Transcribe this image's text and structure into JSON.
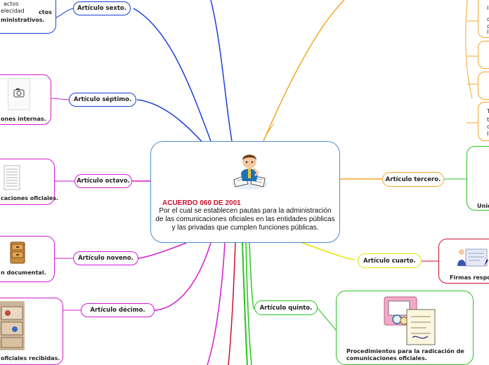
{
  "central": {
    "title": "ACUERDO 060 DE 2001",
    "description": "Por el cual se establecen pautas para la administración de las comunicaciones oficiales en las entidades públicas y las privadas que cumplen funciones públicas."
  },
  "left": [
    {
      "label": "Artículo sexto.",
      "caption": "ministrativos.",
      "extra": [
        "actos",
        "elecidad",
        "ctos"
      ]
    },
    {
      "label": "Artículo séptimo.",
      "caption": "ones internas."
    },
    {
      "label": "Artículo octavo.",
      "caption": "caciones oficiales."
    },
    {
      "label": "Artículo noveno.",
      "caption": "n  documental."
    },
    {
      "label": "Artículo décimo.",
      "caption": "oficiales recibidas."
    }
  ],
  "right": [
    {
      "label": "Artículo tercero.",
      "caption": "Unic"
    },
    {
      "label": "Artículo cuarto.",
      "caption": "Firmas respon"
    },
    {
      "label": "Artículo quinto.",
      "caption": "Procedimientos para la radicación de comunicaciones oficiales."
    }
  ],
  "right_top_fragments": [
    "I",
    "c",
    "c",
    "I",
    "T",
    "t",
    "c",
    "I"
  ],
  "colors": {
    "blue": "#1a3fd6",
    "magenta": "#d21ad2",
    "orange": "#f5a623",
    "yellow": "#e7e000",
    "green": "#27c41b",
    "red": "#c8102e",
    "navy": "#1f2a8a"
  }
}
